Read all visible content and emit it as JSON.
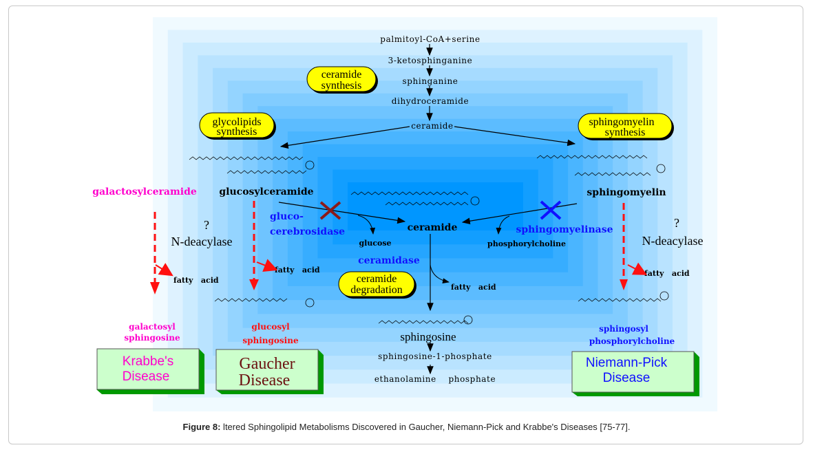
{
  "pathway": {
    "palmitoyl": "palmitoyl-CoA+serine",
    "ketosphinganine": "3-ketosphinganine",
    "sphinganine": "sphinganine",
    "dihydroceramide": "dihydroceramide",
    "ceramide_top": "ceramide",
    "ceramide_center": "ceramide",
    "sphingosine": "sphingosine",
    "s1p": "sphingosine-1-phosphate",
    "ethanolamine": "ethanolamine    phosphate"
  },
  "pills": {
    "ceramide_synthesis": [
      "ceramide",
      "synthesis"
    ],
    "glycolipids_synthesis": [
      "glycolipids",
      "synthesis"
    ],
    "sphingomyelin_synthesis": [
      "sphingomyelin",
      "synthesis"
    ],
    "ceramide_degradation": [
      "ceramide",
      "degradation"
    ]
  },
  "lipids": {
    "galactosylceramide": "galactosylceramide",
    "glucosylceramide": "glucosylceramide",
    "sphingomyelin": "sphingomyelin"
  },
  "enzymes": {
    "glucocerebrosidase": [
      "gluco-",
      "cerebrosidase"
    ],
    "sphingomyelinase": "sphingomyelinase",
    "ceramidase": "ceramidase",
    "n_deacylase_left": "N-deacylase",
    "n_deacylase_right": "N-deacylase",
    "question": "?"
  },
  "products": {
    "glucose": "glucose",
    "phosphorylcholine": "phosphorylcholine",
    "fatty_acid": "fatty   acid"
  },
  "lyso": {
    "galactosyl": [
      "galactosyl",
      "sphingosine"
    ],
    "glucosyl": [
      "glucosyl",
      "sphingosine"
    ],
    "sphingosyl": [
      "sphingosyl",
      "phosphorylcholine"
    ]
  },
  "diseases": {
    "krabbe": [
      "Krabbe's",
      "Disease"
    ],
    "gaucher": [
      "Gaucher",
      "Disease"
    ],
    "niemann": [
      "Niemann-Pick",
      "Disease"
    ]
  },
  "colors": {
    "magenta": "#ff00cc",
    "red": "#ff1010",
    "blue": "#1010ff",
    "pill": "#ffff00",
    "disease_box": "#ccffcc",
    "disease_shadow": "#009900",
    "block_x": "#8b1a1a"
  },
  "caption": {
    "label": "Figure 8:",
    "text": " ltered Sphingolipid Metabolisms Discovered in Gaucher, Niemann-Pick and Krabbe's Diseases [75-77]."
  }
}
